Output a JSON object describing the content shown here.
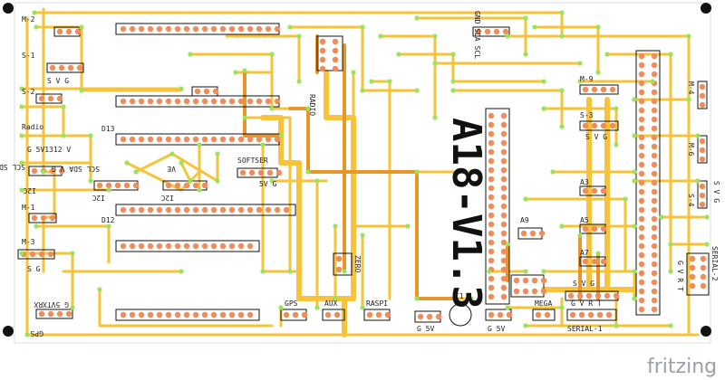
{
  "board_title": "A18-V1.3",
  "brand": "fritzing",
  "labels": {
    "m2": "M-2",
    "s1": "S-1",
    "svg_a": "S V G",
    "s2": "S-2",
    "radio_left": "Radio",
    "g5v": "G 5V1312 V",
    "scl_sda_left": "SCL SDA V G",
    "i2c_left": "I2C",
    "m1": "M-1",
    "m3": "M-3",
    "s_g": "S   G",
    "gps_bottom": "GPS",
    "g5vtxrx": "G 5VTXRX",
    "d13": "D13",
    "d12": "D12",
    "i2c_a": "I2C",
    "i2c_b": "I2C",
    "scl_sda_v_g": "SCL SDA V G",
    "ve": "VE",
    "softser": "SOFTSER",
    "softser_5vg": "5V G",
    "radio_vert": "RADIO",
    "zero": "ZERO",
    "gps": "GPS",
    "aux": "AUX",
    "raspi": "RASPI",
    "g5v_a": "G 5V",
    "g5v_b": "G 5V",
    "c1": "C1",
    "gnd_sda_scl": "GND SDA SCL",
    "a9": "A9",
    "m9": "M-9",
    "s3": "S-3",
    "svg_b": "S V G",
    "a3": "A3",
    "a5": "A5",
    "a7": "A7",
    "svg_c": "S V G",
    "mega": "MEGA",
    "gvrt": "G V R T",
    "serial1": "SERIAL-1",
    "m4": "M-4",
    "m6": "M-6",
    "s4": "S-4",
    "svg_d": "S V G",
    "gvrt_vert": "G V R T",
    "serial2": "SERIAL-2"
  }
}
